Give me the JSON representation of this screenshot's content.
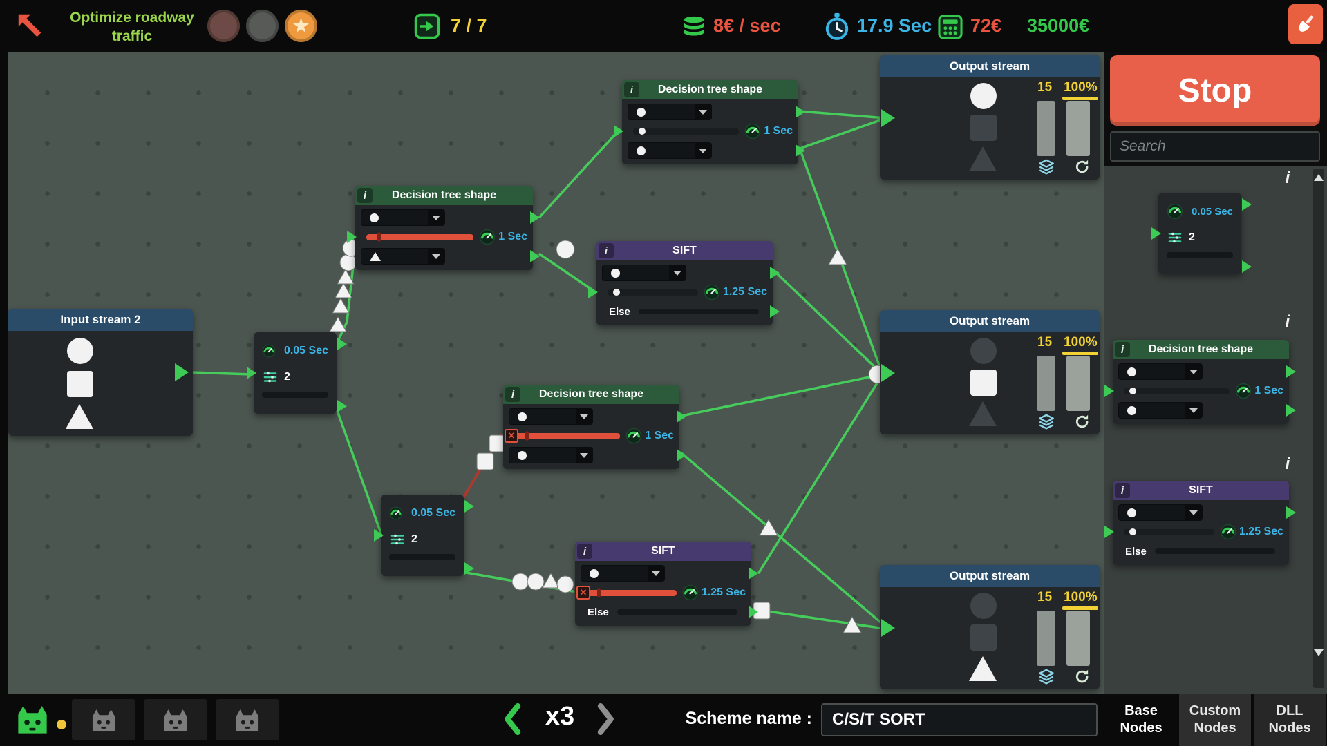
{
  "ui": {
    "info": "i",
    "blocked": "✕",
    "star": "★"
  },
  "top_bar": {
    "mission_title": "Optimize roadway traffic",
    "goal_count": "7 / 7",
    "income": "8€ / sec",
    "timer": "17.9 Sec",
    "run_cost": "72€",
    "balance": "35000€"
  },
  "canvas": {
    "input_stream": {
      "title": "Input stream 2"
    },
    "delay1": {
      "time": "0.05 Sec",
      "count": "2"
    },
    "delay2": {
      "time": "0.05 Sec",
      "count": "2"
    },
    "decision1": {
      "title": "Decision tree shape",
      "time": "1 Sec"
    },
    "decision2": {
      "title": "Decision tree shape",
      "time": "1 Sec"
    },
    "decision3": {
      "title": "Decision tree shape",
      "time": "1 Sec"
    },
    "sift1": {
      "title": "SIFT",
      "time": "1.25 Sec",
      "else_label": "Else"
    },
    "sift2": {
      "title": "SIFT",
      "time": "1.25 Sec",
      "else_label": "Else"
    },
    "output_top": {
      "title": "Output stream",
      "capacity": "15",
      "percent": "100%"
    },
    "output_mid": {
      "title": "Output stream",
      "capacity": "15",
      "percent": "100%"
    },
    "output_bot": {
      "title": "Output stream",
      "capacity": "15",
      "percent": "100%"
    }
  },
  "sidebar": {
    "stop_label": "Stop",
    "search_placeholder": "Search",
    "palette_delay": {
      "time": "0.05 Sec",
      "count": "2"
    },
    "palette_decision": {
      "title": "Decision tree shape",
      "time": "1 Sec"
    },
    "palette_sift": {
      "title": "SIFT",
      "time": "1.25 Sec",
      "else_label": "Else"
    },
    "tabs": [
      {
        "label": "Base Nodes"
      },
      {
        "label": "Custom Nodes"
      },
      {
        "label": "DLL Nodes"
      }
    ]
  },
  "bottom_bar": {
    "speed": "x3",
    "scheme_label": "Scheme name :",
    "scheme_value": "C/S/T SORT"
  }
}
